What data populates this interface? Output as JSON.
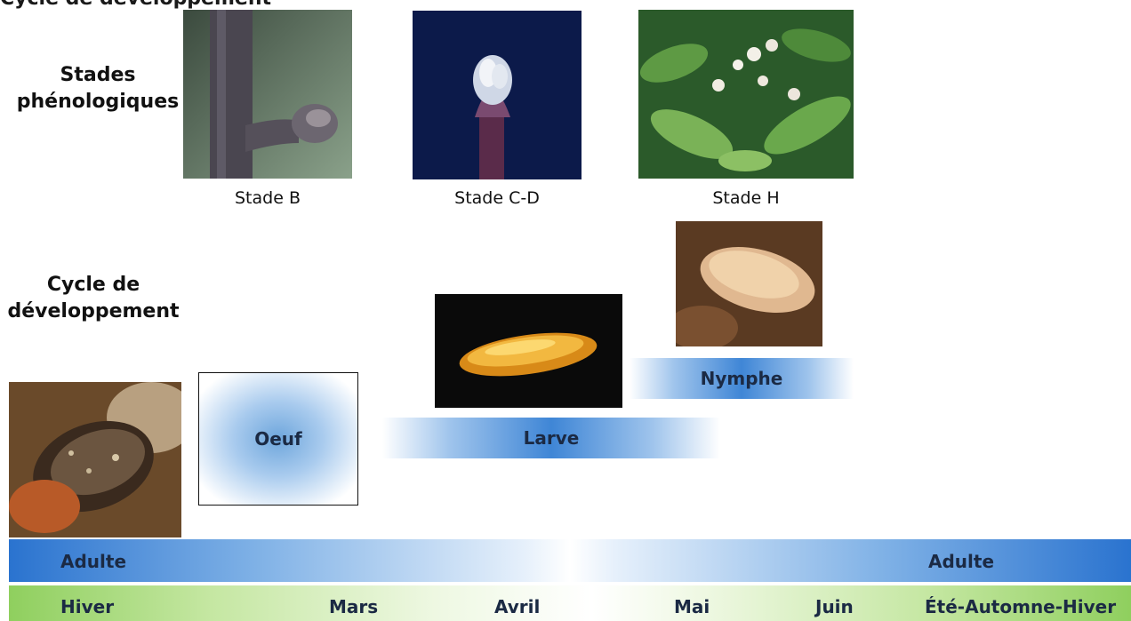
{
  "header": {
    "title": "Cycle de développement"
  },
  "sections": {
    "phenology_label_line1": "Stades",
    "phenology_label_line2": "phénologiques",
    "cycle_label_line1": "Cycle de",
    "cycle_label_line2": "développement"
  },
  "stages": {
    "b": "Stade B",
    "cd": "Stade C-D",
    "h": "Stade H"
  },
  "life_stages": {
    "oeuf": "Oeuf",
    "larve": "Larve",
    "nymphe": "Nymphe",
    "adulte_left": "Adulte",
    "adulte_right": "Adulte"
  },
  "months": {
    "hiver": "Hiver",
    "mars": "Mars",
    "avril": "Avril",
    "mai": "Mai",
    "juin": "Juin",
    "ete_automne_hiver": "Été-Automne-Hiver"
  },
  "colors": {
    "blue_accent": "#2a73cf",
    "green_accent": "#8fcf5e"
  }
}
